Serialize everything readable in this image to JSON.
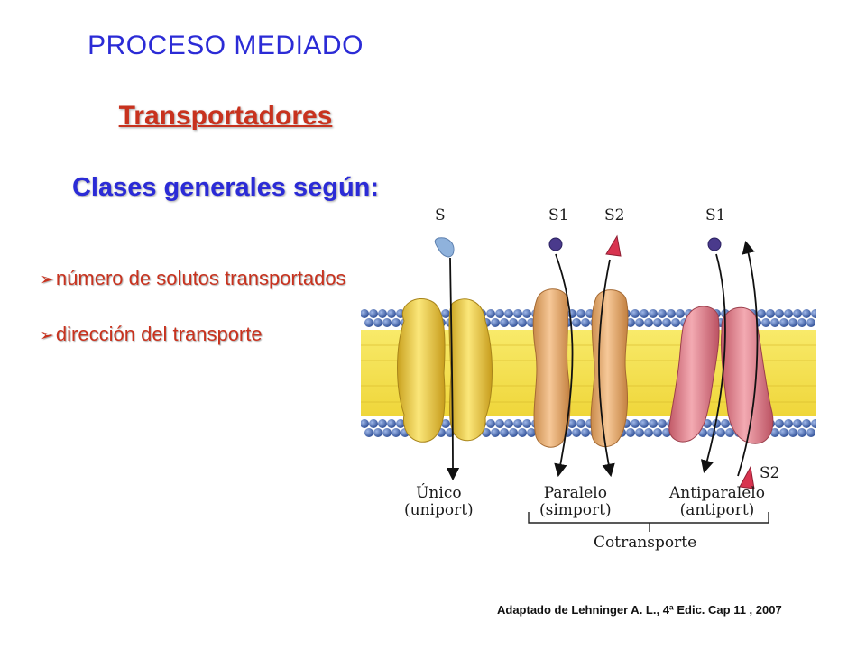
{
  "slide": {
    "title": "PROCESO MEDIADO",
    "subtitle": "Transportadores",
    "section_title": "Clases generales según:",
    "bullets": [
      "número de solutos transportados",
      "dirección del transporte"
    ],
    "bullet_marker": "➢",
    "citation": "Adaptado de Lehninger A. L., 4ª Edic. Cap 11 ,  2007"
  },
  "diagram": {
    "solute_labels": {
      "s": "S",
      "s1_paralelo": "S1",
      "s2_paralelo": "S2",
      "s1_antiparalelo": "S1",
      "s2_antiparalelo": "S2"
    },
    "transport_types": [
      {
        "name": "Único",
        "term": "(uniport)"
      },
      {
        "name": "Paralelo",
        "term": "(simport)"
      },
      {
        "name": "Antiparalelo",
        "term": "(antiport)"
      }
    ],
    "group_label": "Cotransporte",
    "colors": {
      "uniport_protein": "#f2d34a",
      "simport_protein": "#ecb07a",
      "antiport_protein": "#e58a92",
      "lipid_head": "#3d5fa8",
      "lipid_tail": "#f4e04a",
      "solute_s": "#8fb2dc",
      "solute_s1": "#4a3a8c",
      "solute_s2": "#d8334f"
    }
  }
}
